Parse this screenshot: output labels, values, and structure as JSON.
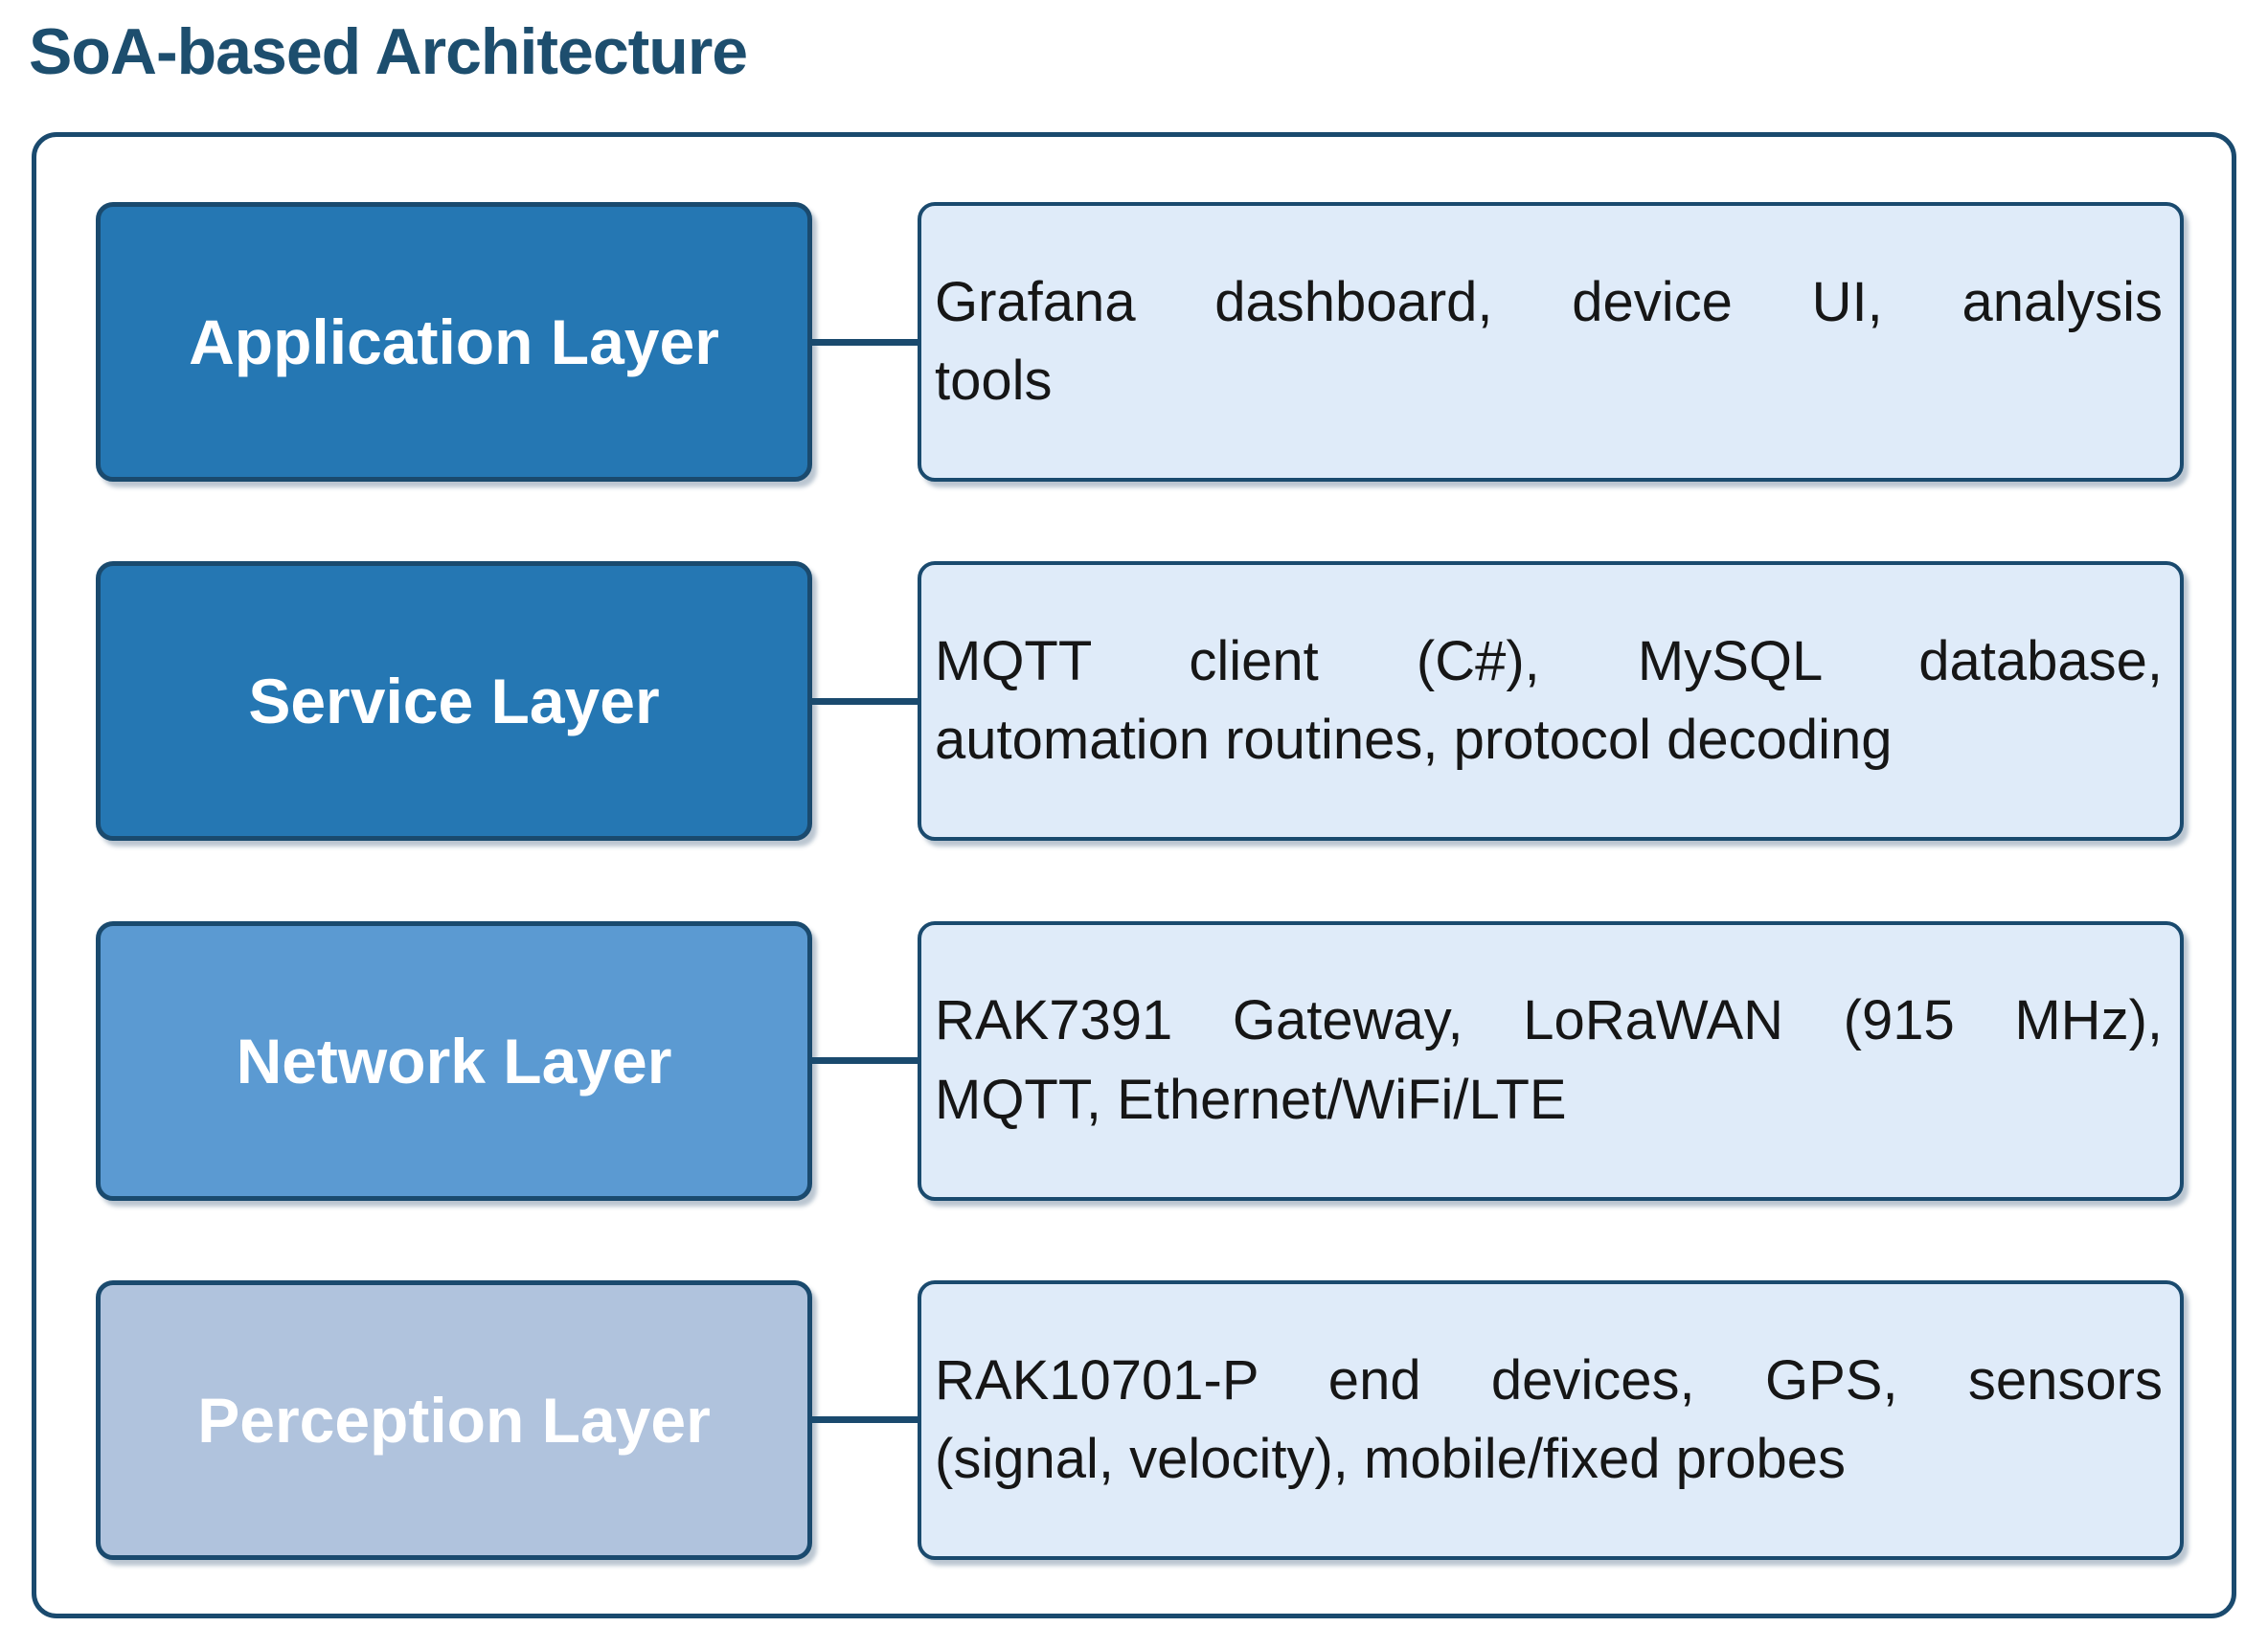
{
  "title": "SoA-based Architecture",
  "colors": {
    "navy": "#1a4a6e",
    "title_text": "#1d4e6e",
    "desc_fill": "#dfebf9",
    "desc_text": "#161616",
    "label_text": "#ffffff",
    "application_fill": "#2577b3",
    "service_fill": "#2577b3",
    "network_fill": "#5b9ad2",
    "perception_fill": "#b0c3dd"
  },
  "layers": [
    {
      "name": "Application Layer",
      "fill": "#2577b3",
      "description": "Grafana dashboard, device UI, analysis tools",
      "lines": [
        "Grafana dashboard, device UI, analysis",
        "tools"
      ]
    },
    {
      "name": "Service Layer",
      "fill": "#2577b3",
      "description": "MQTT client (C#), MySQL database, automation routines, protocol decoding",
      "lines": [
        "MQTT client (C#), MySQL database,",
        "automation routines, protocol decoding"
      ]
    },
    {
      "name": "Network Layer",
      "fill": "#5b9ad2",
      "description": "RAK7391 Gateway, LoRaWAN (915 MHz), MQTT, Ethernet/WiFi/LTE",
      "lines": [
        "RAK7391 Gateway, LoRaWAN (915 MHz),",
        "MQTT, Ethernet/WiFi/LTE"
      ]
    },
    {
      "name": "Perception Layer",
      "fill": "#b0c3dd",
      "description": "RAK10701-P end devices, GPS, sensors (signal, velocity), mobile/fixed probes",
      "lines": [
        "RAK10701-P end devices, GPS, sensors",
        "(signal, velocity), mobile/fixed probes"
      ]
    }
  ]
}
